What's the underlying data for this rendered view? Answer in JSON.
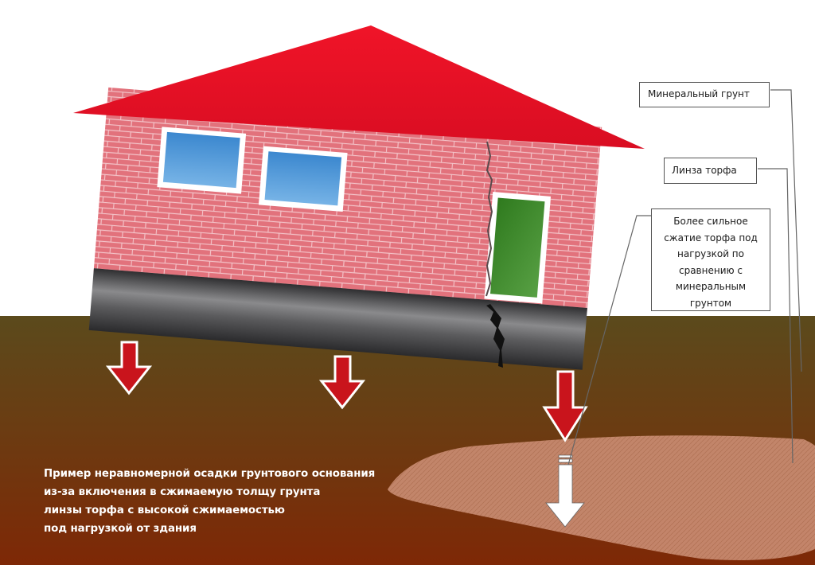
{
  "labels": {
    "mineral_soil": "Минеральный грунт",
    "peat_lens": "Линза торфа",
    "stronger_compression": [
      "Более сильное",
      "сжатие  торфа под",
      "нагрузкой по",
      "сравнению с",
      "минеральным",
      "грунтом"
    ]
  },
  "caption": [
    "Пример  неравномерной осадки грунтового основания",
    "из-за  включения в сжимаемую толщу грунта",
    "линзы  торфа с высокой сжимаемостью",
    "под нагрузкой от здания"
  ],
  "colors": {
    "roof": "#e8102a",
    "wall": "#e2727c",
    "mortar": "#f3c3c8",
    "foundation": "#48484a",
    "window_glass": "#4f97d6",
    "door": "#3e8a2c",
    "soil_top": "#5a4a1a",
    "soil_bottom": "#7a2a08",
    "peat": "#c98c72",
    "load_arrow": "#c9141c",
    "settle_arrow": "#ffffff"
  }
}
